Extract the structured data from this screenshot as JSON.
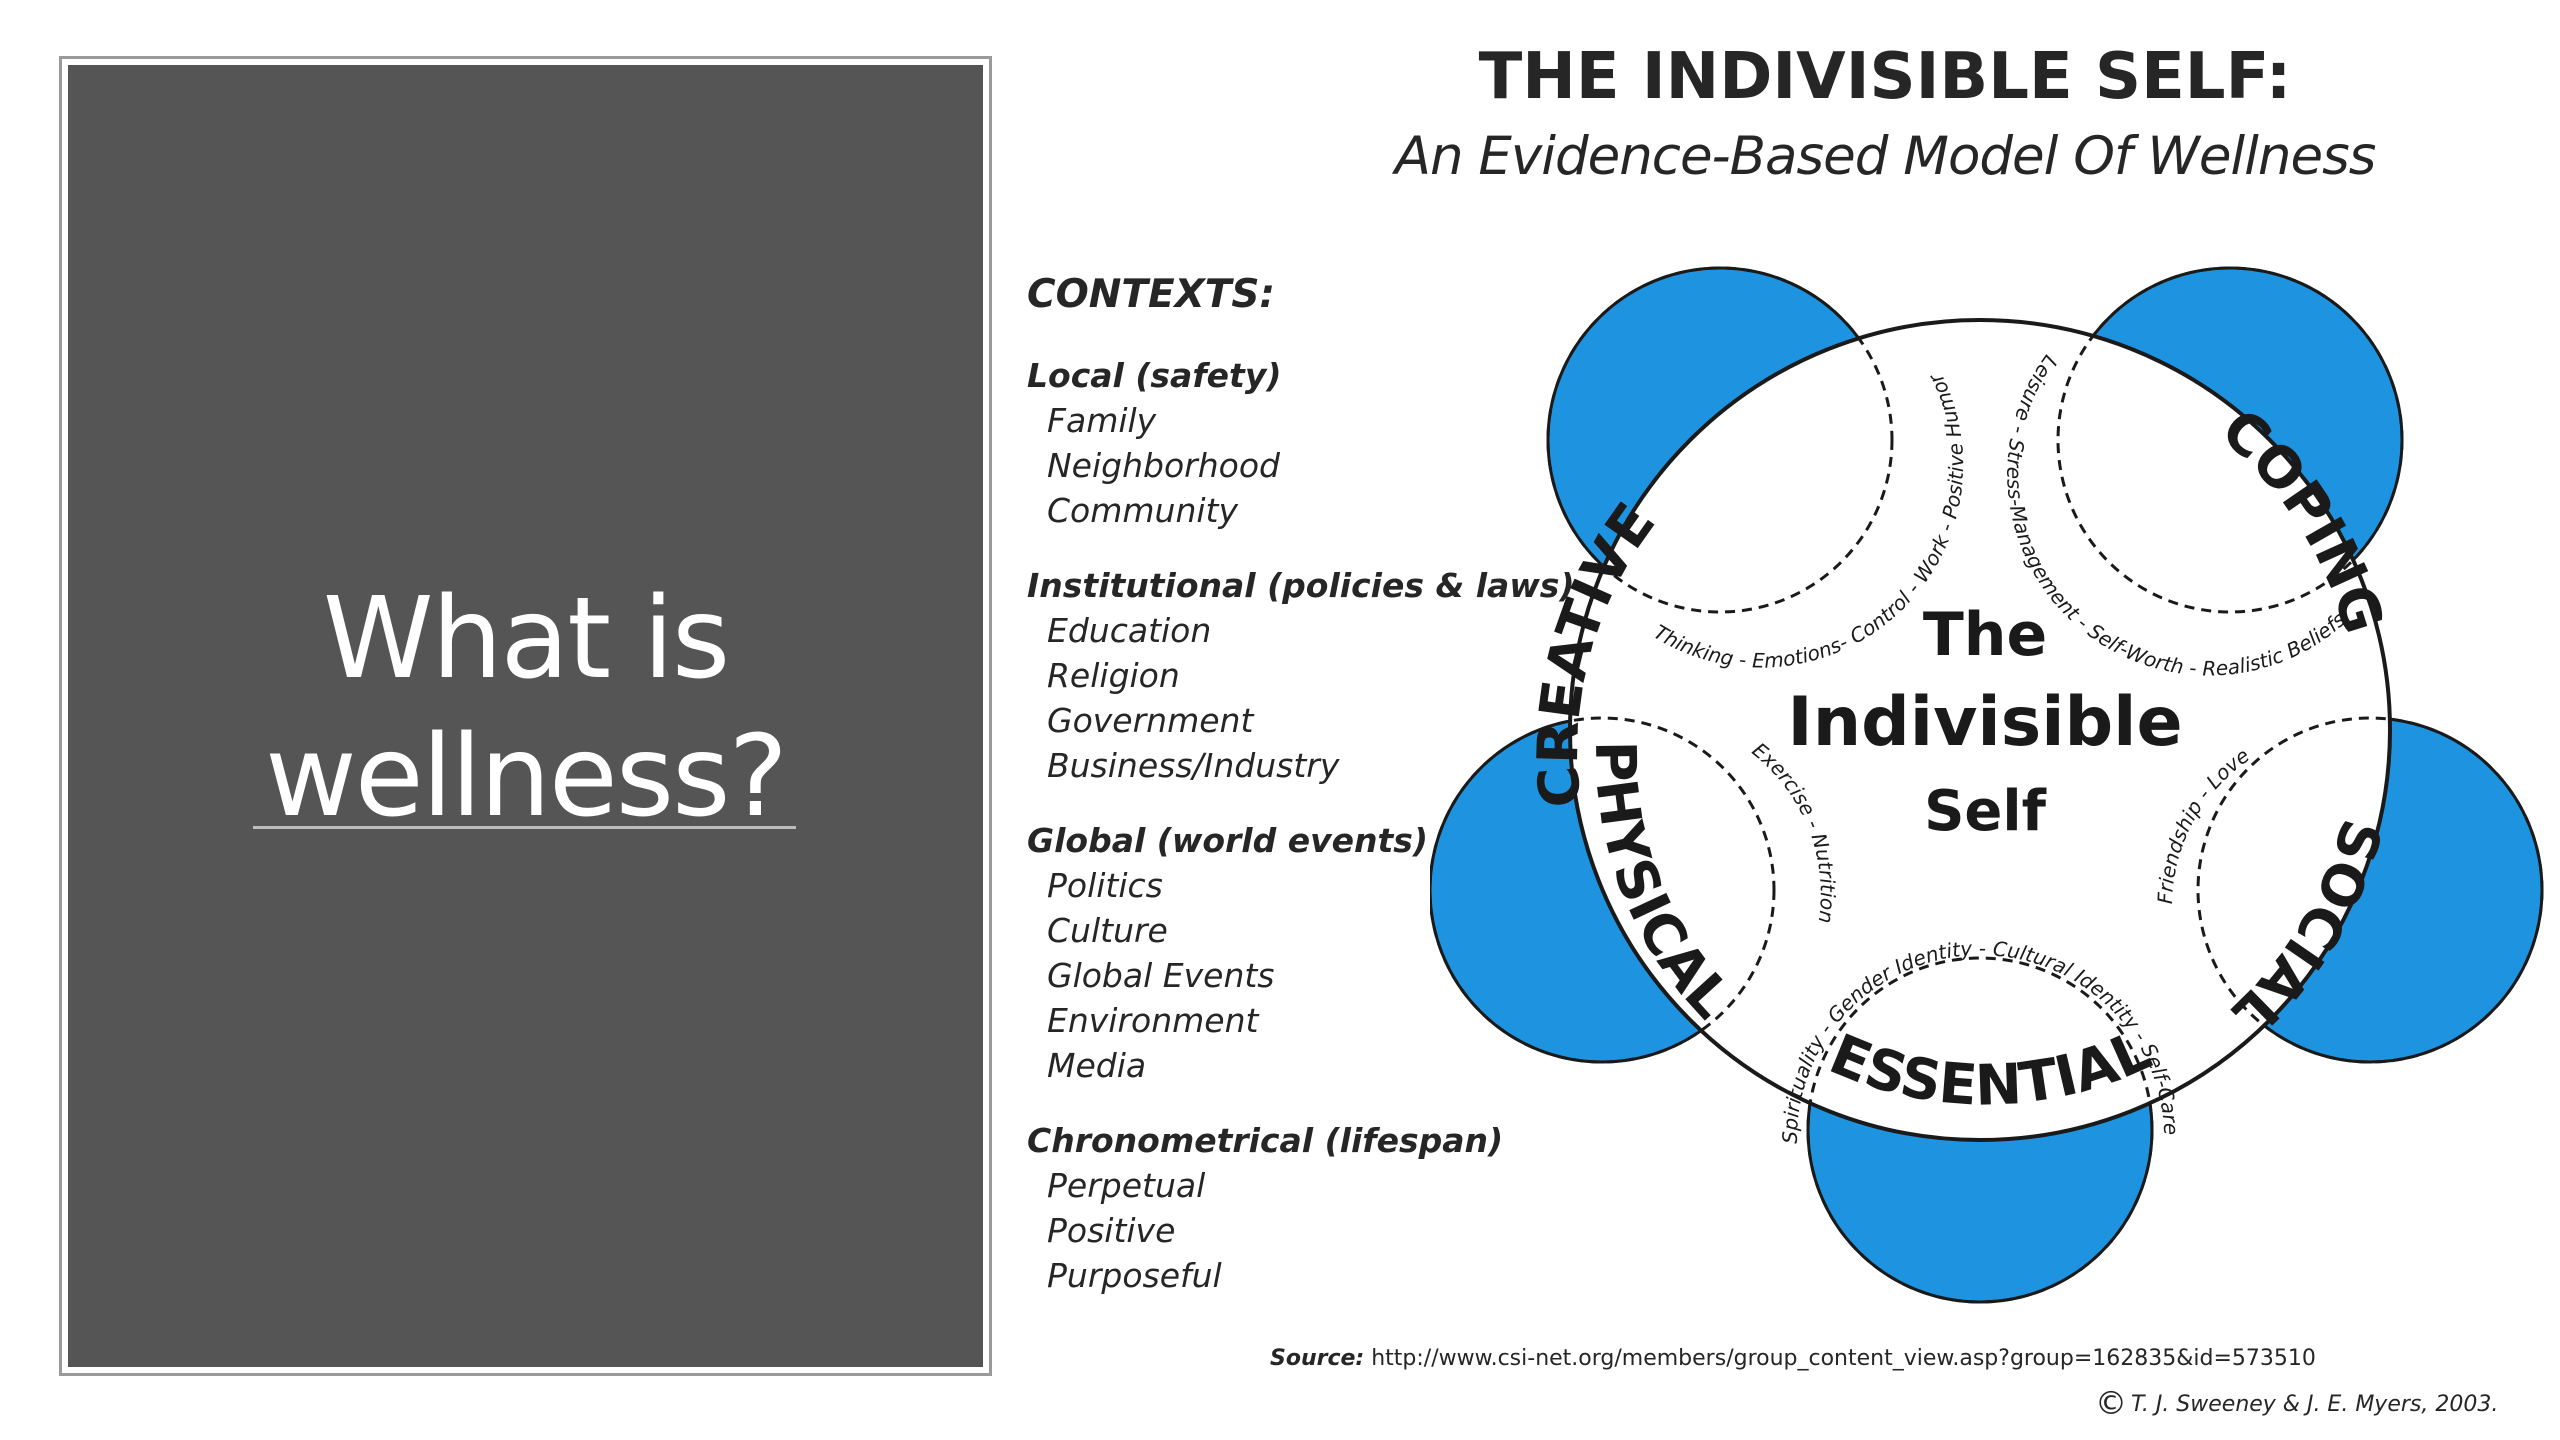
{
  "slide": {
    "title_line1": "What is",
    "title_line2": "wellness?"
  },
  "figure": {
    "title": "THE INDIVISIBLE SELF:",
    "subtitle": "An Evidence-Based Model Of Wellness",
    "center": [
      "The",
      "Indivisible",
      "Self"
    ],
    "colors": {
      "circle_fill": "#1e94e0",
      "stroke": "#1a1a1a"
    },
    "factors": [
      {
        "name": "CREATIVE",
        "components": "Thinking - Emotions- Control - Work - Positive Humor"
      },
      {
        "name": "COPING",
        "components": "Leisure - Stress-Management - Self-Worth - Realistic Beliefs"
      },
      {
        "name": "SOCIAL",
        "components": "Friendship - Love"
      },
      {
        "name": "ESSENTIAL",
        "components": "Spirituality - Gender Identity - Cultural Identity - Self-Care"
      },
      {
        "name": "PHYSICAL",
        "components": "Exercise - Nutrition"
      }
    ]
  },
  "contexts": {
    "heading": "CONTEXTS:",
    "groups": [
      {
        "label": "Local  (safety)",
        "items": [
          "Family",
          "Neighborhood",
          "Community"
        ]
      },
      {
        "label": "Institutional  (policies & laws)",
        "items": [
          "Education",
          "Religion",
          "Government",
          "Business/Industry"
        ]
      },
      {
        "label": "Global  (world events)",
        "items": [
          "Politics",
          "Culture",
          "Global Events",
          "Environment",
          "Media"
        ]
      },
      {
        "label": "Chronometrical  (lifespan)",
        "items": [
          "Perpetual",
          "Positive",
          "Purposeful"
        ]
      }
    ]
  },
  "source": {
    "label": "Source:",
    "url": "http://www.csi-net.org/members/group_content_view.asp?group=162835&id=573510"
  },
  "copyright": {
    "symbol": "©",
    "text": "T. J. Sweeney & J. E. Myers, 2003."
  }
}
